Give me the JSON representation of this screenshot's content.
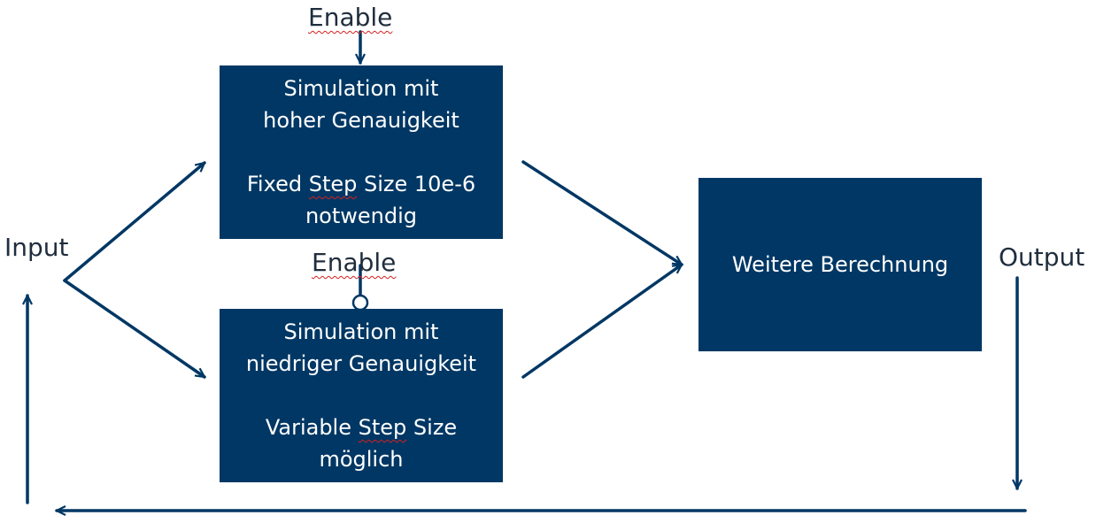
{
  "colors": {
    "box_fill": "#003764",
    "line": "#003764",
    "box_text": "#ffffff",
    "label_text": "#1f2d3d",
    "spellcheck": "#d42020"
  },
  "labels": {
    "enable_top": "Enable",
    "enable_bottom": "Enable",
    "input": "Input",
    "output": "Output"
  },
  "boxes": {
    "high": {
      "line1": "Simulation mit",
      "line2": "hoher Genauigkeit",
      "line3_pre": "Fixed ",
      "line3_mark": "Step",
      "line3_post": " Size 10e-6",
      "line4": "notwendig"
    },
    "low": {
      "line1": "Simulation mit",
      "line2": "niedriger Genauigkeit",
      "line3_pre": "Variable ",
      "line3_mark": "Step",
      "line3_post": " Size",
      "line4": "möglich"
    },
    "further": {
      "line1": "Weitere Berechnung"
    }
  }
}
